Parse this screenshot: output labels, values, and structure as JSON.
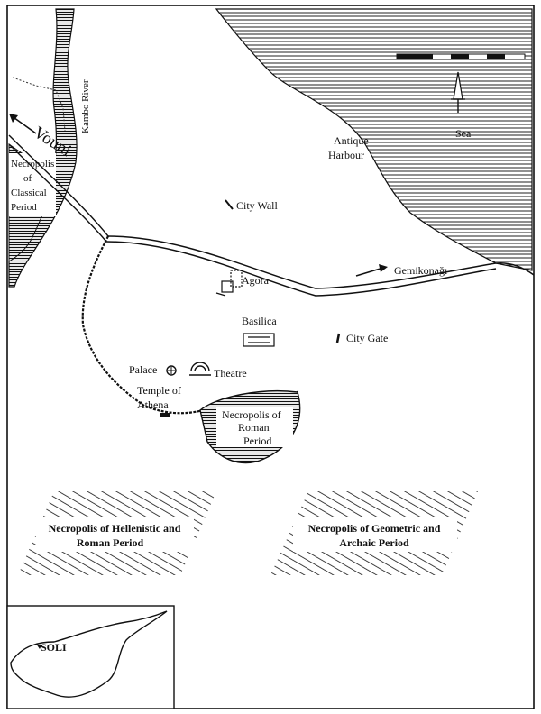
{
  "map": {
    "labels": {
      "kambo_river": "Kambo River",
      "vouni": "Vouni",
      "necropolis_classical": [
        "Necropolis",
        "of",
        "Classical",
        "Period"
      ],
      "sea": "Sea",
      "antique_harbour": [
        "Antique",
        "Harbour"
      ],
      "city_wall": "City Wall",
      "gemikonagi": "Gemikonağı",
      "agora": "Agora",
      "basilica": "Basilica",
      "city_gate": "City Gate",
      "palace": "Palace",
      "theatre": "Theatre",
      "temple_of_athena": [
        "Temple of",
        "Athena"
      ],
      "necropolis_roman": [
        "Necropolis of",
        "Roman",
        "Period"
      ],
      "necropolis_hellenistic": [
        "Necropolis of Hellenistic and",
        "Roman Period"
      ],
      "necropolis_geometric": [
        "Necropolis of Geometric and",
        "Archaic Period"
      ],
      "soli": "SOLI"
    }
  }
}
